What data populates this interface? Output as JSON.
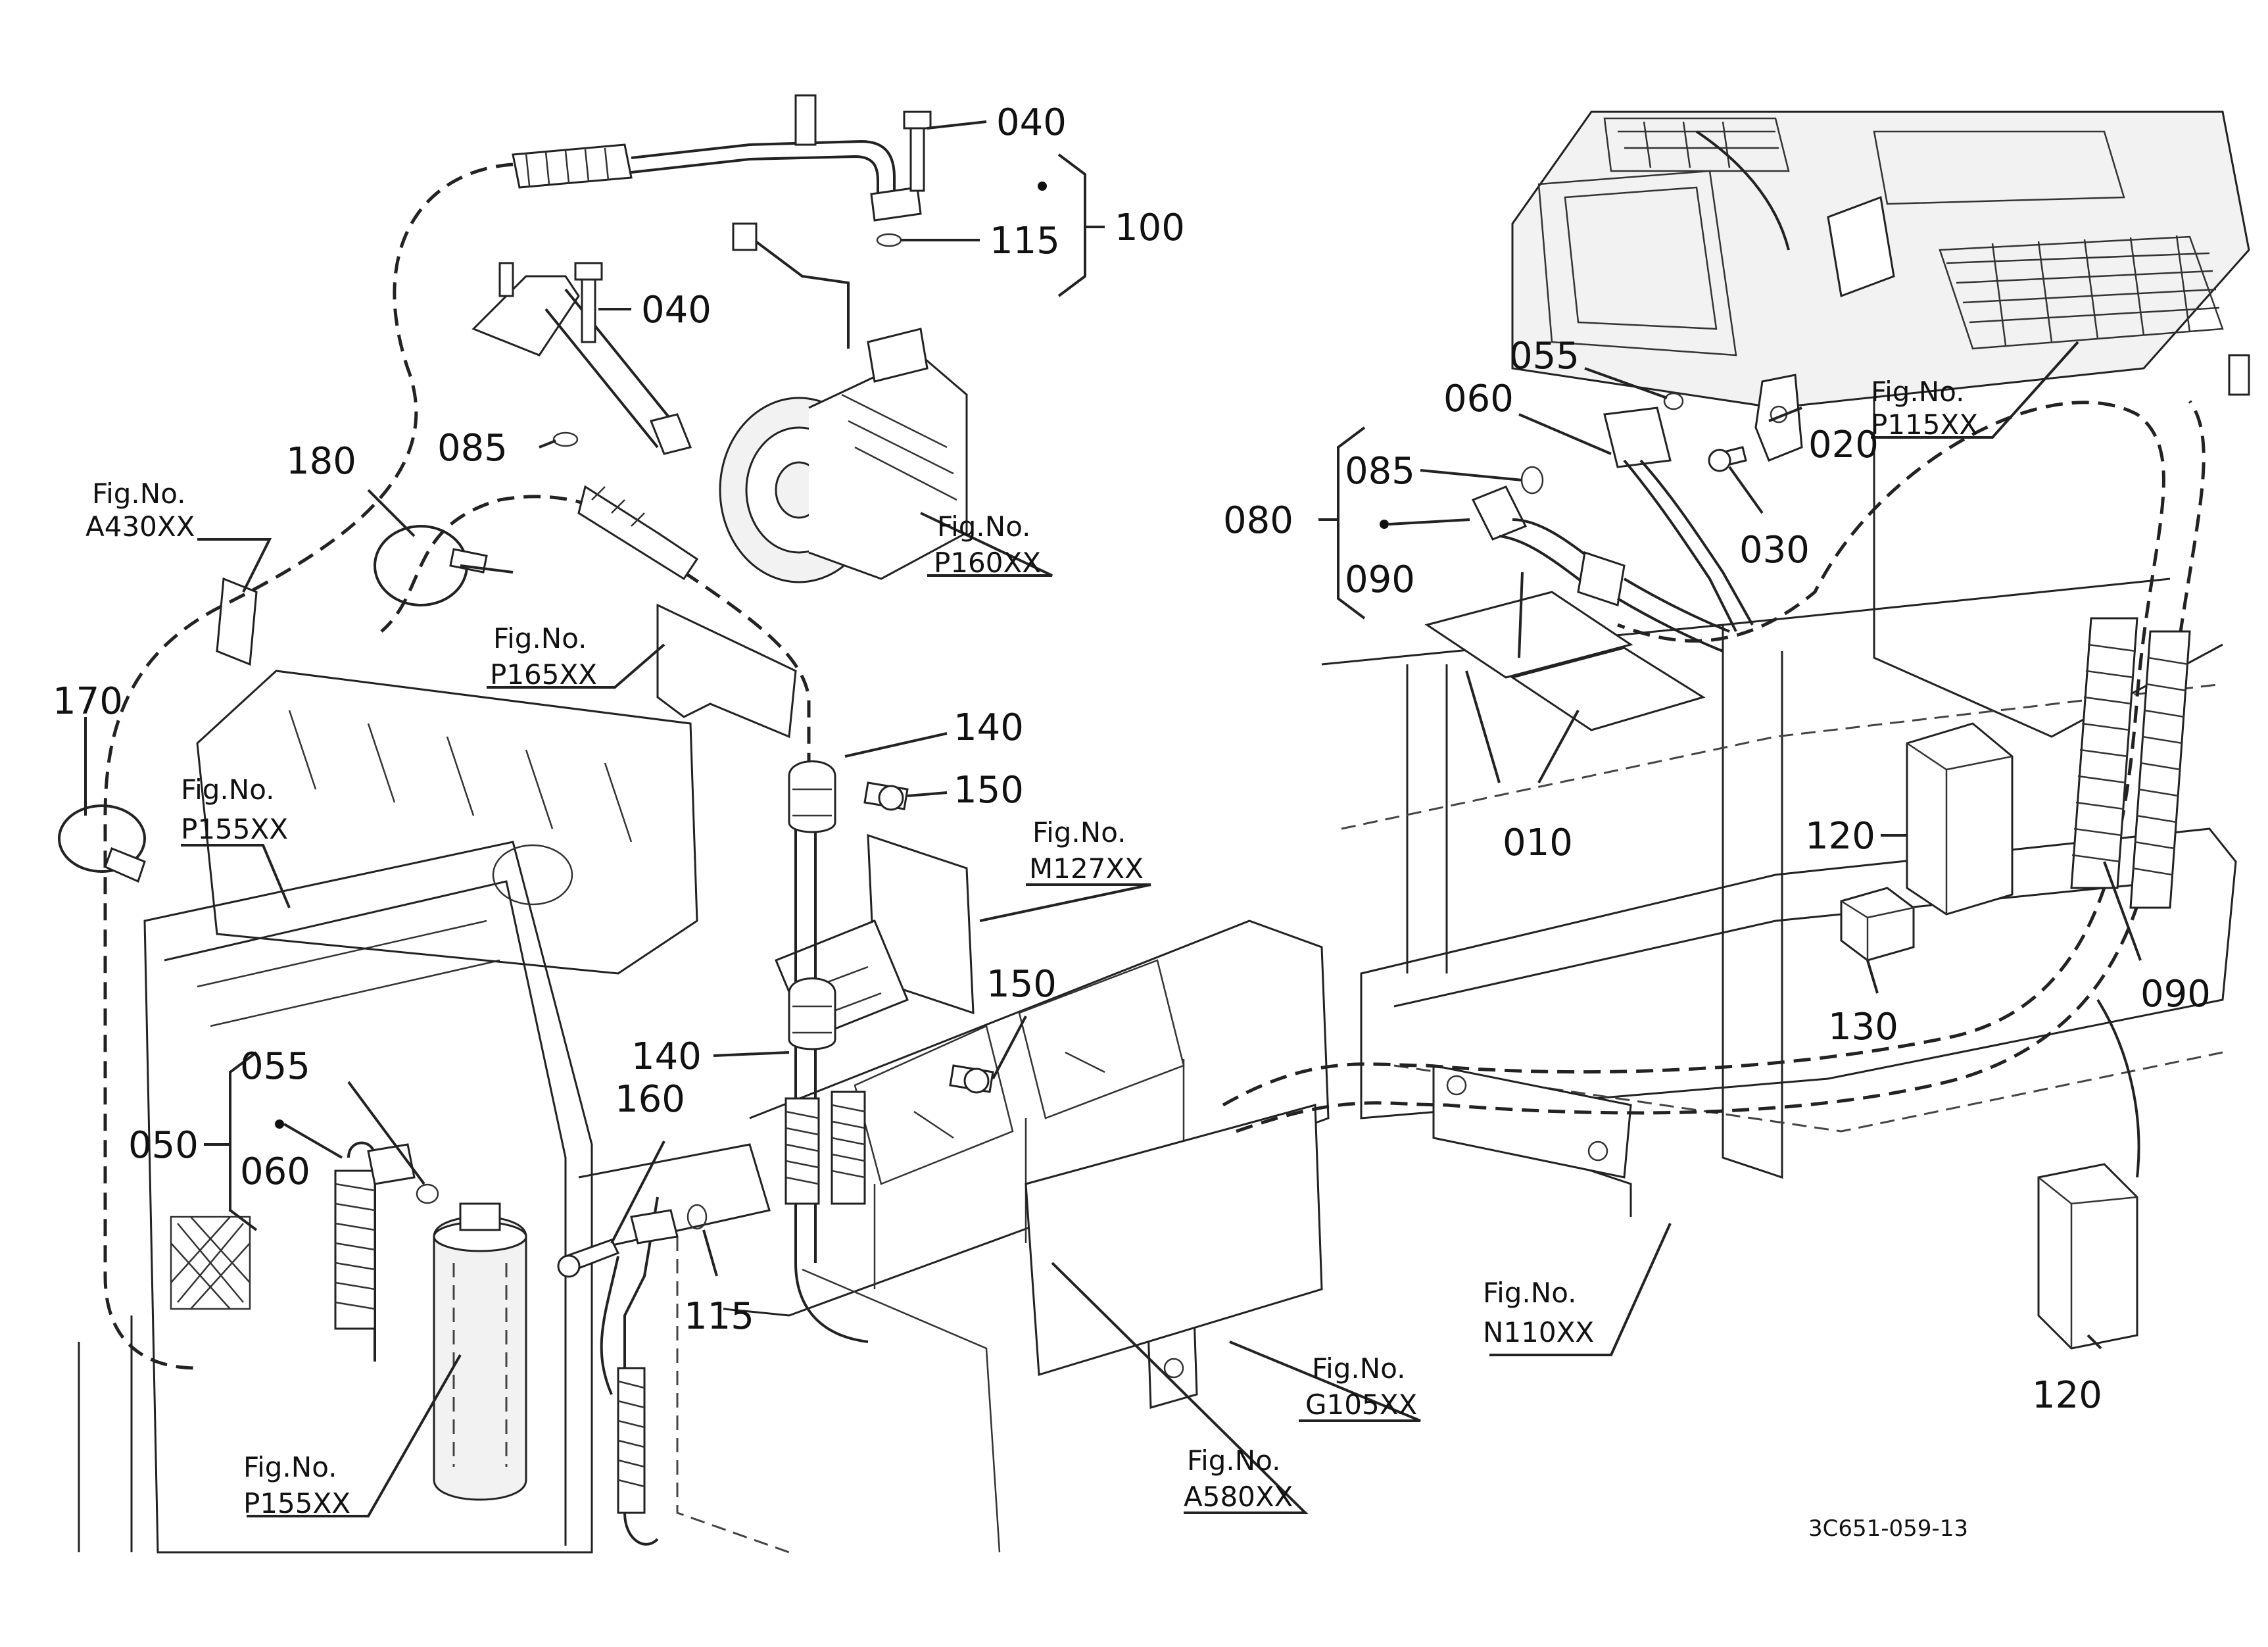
{
  "drawing_number": "3C651-059-13",
  "callouts": {
    "c040a": "040",
    "c040b": "040",
    "c115a": "115",
    "c100": "100",
    "c085a": "085",
    "c180": "180",
    "c170": "170",
    "c140a": "140",
    "c150a": "150",
    "c150b": "150",
    "c140b": "140",
    "c160": "160",
    "c115b": "115",
    "c055a": "055",
    "c050": "050",
    "c060a": "060",
    "c055b": "055",
    "c060b": "060",
    "c085b": "085",
    "c080": "080",
    "c090a": "090",
    "c020": "020",
    "c030": "030",
    "c010": "010",
    "c120a": "120",
    "c130": "130",
    "c090b": "090",
    "c120b": "120"
  },
  "fig_refs": {
    "f_a430": {
      "prefix": "Fig.No.",
      "code": "A430XX"
    },
    "f_p155a": {
      "prefix": "Fig.No.",
      "code": "P155XX"
    },
    "f_p165": {
      "prefix": "Fig.No.",
      "code": "P165XX"
    },
    "f_p160": {
      "prefix": "Fig.No.",
      "code": "P160XX"
    },
    "f_m127": {
      "prefix": "Fig.No.",
      "code": "M127XX"
    },
    "f_p115": {
      "prefix": "Fig.No.",
      "code": "P115XX"
    },
    "f_n110": {
      "prefix": "Fig.No.",
      "code": "N110XX"
    },
    "f_g105": {
      "prefix": "Fig.No.",
      "code": "G105XX"
    },
    "f_a580": {
      "prefix": "Fig.No.",
      "code": "A580XX"
    },
    "f_p155b": {
      "prefix": "Fig.No.",
      "code": "P155XX"
    }
  }
}
